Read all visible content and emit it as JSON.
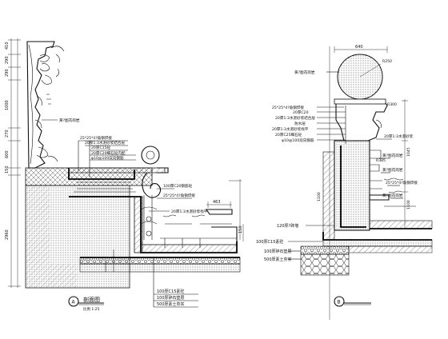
{
  "left_detail": {
    "dims_vertical": [
      "410",
      "290",
      "290",
      "1000",
      "270",
      "600",
      "150",
      "2960"
    ],
    "callouts": [
      "黄?图花岗岩",
      "25*25*4?角钢焊接",
      "20厚1:3水泥砂浆结合层",
      "20厚C15砼",
      "20厚C20细石砼内配",
      "φ10@100双向钢筋",
      "100厚C20钢筋砼",
      "25*25*4?角钢焊接",
      "20厚1:3水泥砂浆找平",
      "100厚C15素砼",
      "100厚碎石垫层",
      "500厚素土夯实"
    ],
    "bottom_callouts": [
      "100厚C15素砼",
      "100厚碎石垫层",
      "500厚素土夯实"
    ],
    "small_dims": [
      "463",
      "150"
    ],
    "label_marker": "A",
    "label_title": "剖面图",
    "label_scale": "比例 1:25"
  },
  "right_detail": {
    "top_dim": "640",
    "small_dims": [
      "R250",
      "R300",
      "R385",
      "1045",
      "1100",
      "1100"
    ],
    "callouts": [
      "黄?图花岗岩",
      "25*25*4?角钢焊接",
      "20厚C20",
      "20厚1:3水泥砂浆结合层",
      "防水层",
      "20厚1:3水泥砂浆找平",
      "20厚C25细石砼",
      "φ10@100双向钢筋",
      "20厚1:3水泥砂浆",
      "黄?图花岗岩",
      "黄?图花岗岩",
      "25*25*4?角钢焊接",
      "黄?图花岗岩"
    ],
    "left_callout": "120厚?砖墙",
    "bottom_callouts": [
      "100厚C15素砼",
      "100厚碎石垫层",
      "500厚素土夯实"
    ],
    "label_marker": "B"
  }
}
